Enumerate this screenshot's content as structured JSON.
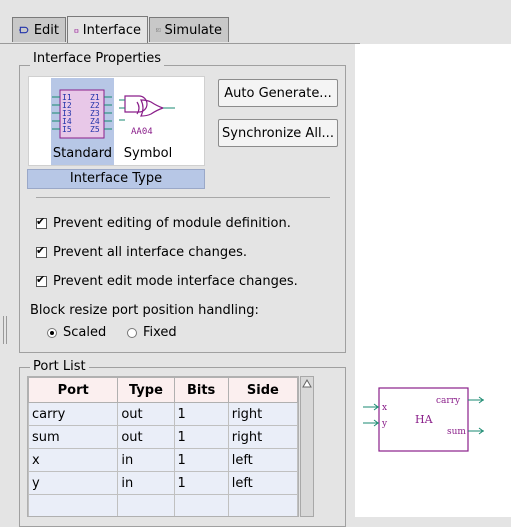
{
  "tabs": [
    {
      "label": "Edit",
      "icon": "edit-mode-icon"
    },
    {
      "label": "Interface",
      "icon": "chip-icon"
    },
    {
      "label": "Simulate",
      "icon": "waveform-icon"
    }
  ],
  "interface_properties": {
    "title": "Interface Properties",
    "type_options": [
      "Standard",
      "Symbol"
    ],
    "type_label": "Interface Type",
    "preview_pins_left": [
      "I1",
      "I2",
      "I3",
      "I4",
      "I5"
    ],
    "preview_pins_right": [
      "Z1",
      "Z2",
      "Z3",
      "Z4",
      "Z5"
    ],
    "symbol_label": "AA04",
    "auto_generate": "Auto Generate...",
    "synchronize_all": "Synchronize All...",
    "checks": [
      "Prevent editing of module definition.",
      "Prevent all interface changes.",
      "Prevent edit mode interface changes."
    ],
    "resize_label": "Block resize port position handling:",
    "resize_options": [
      "Scaled",
      "Fixed"
    ],
    "resize_selected": "Scaled"
  },
  "port_list": {
    "title": "Port List",
    "columns": [
      "Port",
      "Type",
      "Bits",
      "Side"
    ],
    "rows": [
      [
        "carry",
        "out",
        "1",
        "right"
      ],
      [
        "sum",
        "out",
        "1",
        "right"
      ],
      [
        "x",
        "in",
        "1",
        "left"
      ],
      [
        "y",
        "in",
        "1",
        "left"
      ]
    ]
  },
  "symbol_preview": {
    "name": "HA",
    "inputs": [
      "x",
      "y"
    ],
    "outputs": [
      "carry",
      "sum"
    ]
  },
  "colors": {
    "selection": "#b7c7e6",
    "purple": "#8a1f8a",
    "teal": "#1a8a70",
    "header_bg": "#fbefef",
    "row_bg": "#eaeef8"
  }
}
